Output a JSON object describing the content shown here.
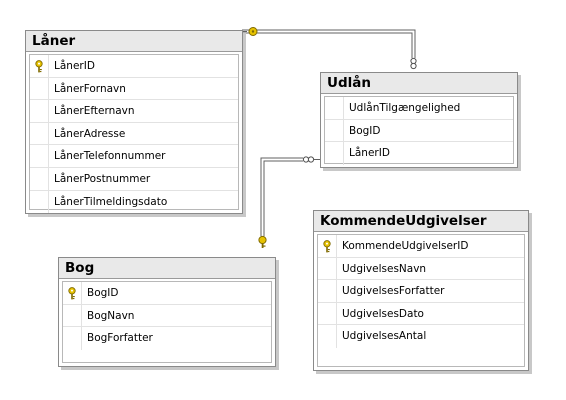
{
  "tables": [
    {
      "title": "Låner",
      "columns": [
        {
          "name": "LånerID",
          "pk": true
        },
        {
          "name": "LånerFornavn",
          "pk": false
        },
        {
          "name": "LånerEfternavn",
          "pk": false
        },
        {
          "name": "LånerAdresse",
          "pk": false
        },
        {
          "name": "LånerTelefonnummer",
          "pk": false
        },
        {
          "name": "LånerPostnummer",
          "pk": false
        },
        {
          "name": "LånerTilmeldingsdato",
          "pk": false
        }
      ]
    },
    {
      "title": "Udlån",
      "columns": [
        {
          "name": "UdlånTilgængelighed",
          "pk": false
        },
        {
          "name": "BogID",
          "pk": false
        },
        {
          "name": "LånerID",
          "pk": false
        }
      ]
    },
    {
      "title": "Bog",
      "columns": [
        {
          "name": "BogID",
          "pk": true
        },
        {
          "name": "BogNavn",
          "pk": false
        },
        {
          "name": "BogForfatter",
          "pk": false
        }
      ]
    },
    {
      "title": "KommendeUdgivelser",
      "columns": [
        {
          "name": "KommendeUdgivelserID",
          "pk": true
        },
        {
          "name": "UdgivelsesNavn",
          "pk": false
        },
        {
          "name": "UdgivelsesForfatter",
          "pk": false
        },
        {
          "name": "UdgivelsesDato",
          "pk": false
        },
        {
          "name": "UdgivelsesAntal",
          "pk": false
        }
      ]
    }
  ],
  "relationships": [
    {
      "from": "Låner",
      "to": "Udlån",
      "from_end": "key",
      "to_end": "infinity"
    },
    {
      "from": "Bog",
      "to": "Udlån",
      "from_end": "key",
      "to_end": "infinity"
    }
  ],
  "colors": {
    "key": "#e6c200",
    "line": "#606060",
    "shadow": "#c8c8c8",
    "header": "#e9e9e9"
  }
}
